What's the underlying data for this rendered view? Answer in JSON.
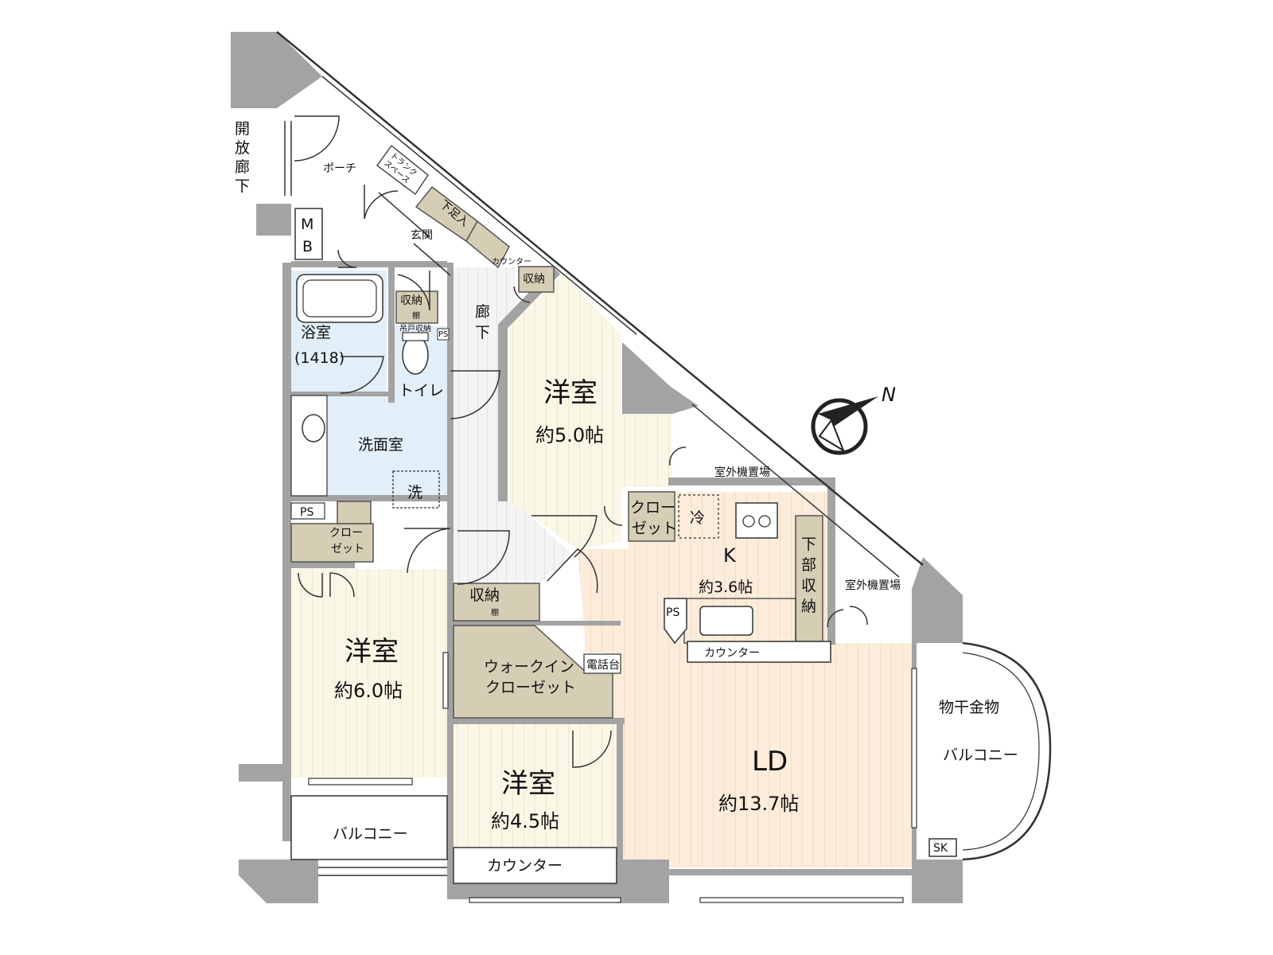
{
  "rooms": {
    "western_5": {
      "name": "洋室",
      "area": "約5.0帖"
    },
    "western_6": {
      "name": "洋室",
      "area": "約6.0帖"
    },
    "western_45": {
      "name": "洋室",
      "area": "約4.5帖"
    },
    "ld": {
      "name": "LD",
      "area": "約13.7帖"
    },
    "kitchen": {
      "name": "K",
      "area": "約3.6帖"
    },
    "bath": {
      "name": "浴室",
      "size": "(1418)"
    },
    "washroom": "洗面室",
    "toilet": "トイレ",
    "entrance": "玄関",
    "porch": "ポーチ",
    "hallway": [
      "廊",
      "下"
    ],
    "open_corridor": [
      "開",
      "放",
      "廊",
      "下"
    ],
    "wic": [
      "ウォークイン",
      "クローゼット"
    ]
  },
  "labels": {
    "mb": [
      "M",
      "B"
    ],
    "ps": "PS",
    "storage": "収納",
    "shelf": "棚",
    "closet": [
      "クロー",
      "ゼット"
    ],
    "washer": "洗",
    "fridge": "冷",
    "counter": "カウンター",
    "phone_stand": "電話台",
    "shoe_box": "下足入",
    "trunk_space": [
      "トランク",
      "スペース"
    ],
    "lower_storage": [
      "下",
      "部",
      "収",
      "納"
    ],
    "outdoor_unit": "室外機置場",
    "balcony": "バルコニー",
    "clothes_hanger": "物干金物",
    "sk": "SK",
    "toilet_shelf": "吊戸収納",
    "north": "N"
  },
  "colors": {
    "wall": "#a3a3a3",
    "western_floor": "#faf7e6",
    "ld_floor": "#fcecdb",
    "wet_area": "#e2eef8",
    "storage": "#d6cdb5",
    "hallway_floor": "#f1f1f1"
  }
}
